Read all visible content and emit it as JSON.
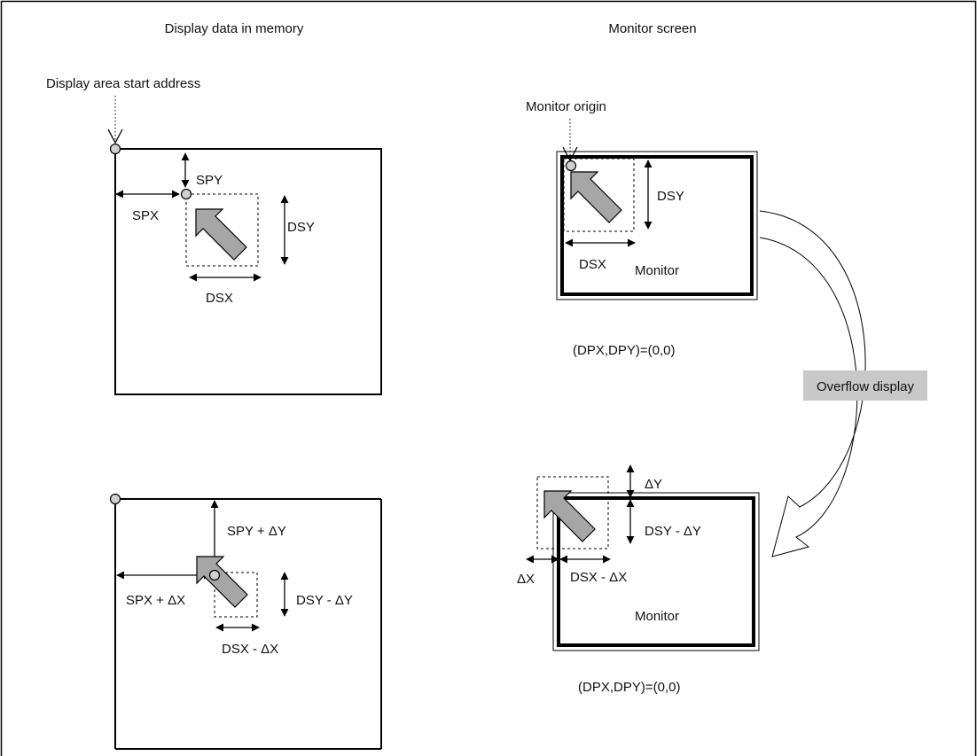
{
  "left": {
    "title": "Display data in memory",
    "start_address_label": "Display area start address",
    "top": {
      "spy": "SPY",
      "spx": "SPX",
      "dsy": "DSY",
      "dsx": "DSX"
    },
    "bottom": {
      "spy": "SPY + ΔY",
      "spx": "SPX + ΔX",
      "dsy": "DSY - ΔY",
      "dsx": "DSX - ΔX"
    }
  },
  "right": {
    "title": "Monitor screen",
    "origin_label": "Monitor origin",
    "top": {
      "dsy": "DSY",
      "dsx": "DSX",
      "monitor": "Monitor",
      "coords": "(DPX,DPY)=(0,0)"
    },
    "overflow_label": "Overflow display",
    "bottom": {
      "dy": "ΔY",
      "dsy": "DSY - ΔY",
      "dx": "ΔX",
      "dsx": "DSX - ΔX",
      "monitor": "Monitor",
      "coords": "(DPX,DPY)=(0,0)"
    }
  },
  "colors": {
    "pointer_fill": "#a6a6a6",
    "origin_fill": "#d0d0d0",
    "callout_bg": "#c8c8c8"
  }
}
